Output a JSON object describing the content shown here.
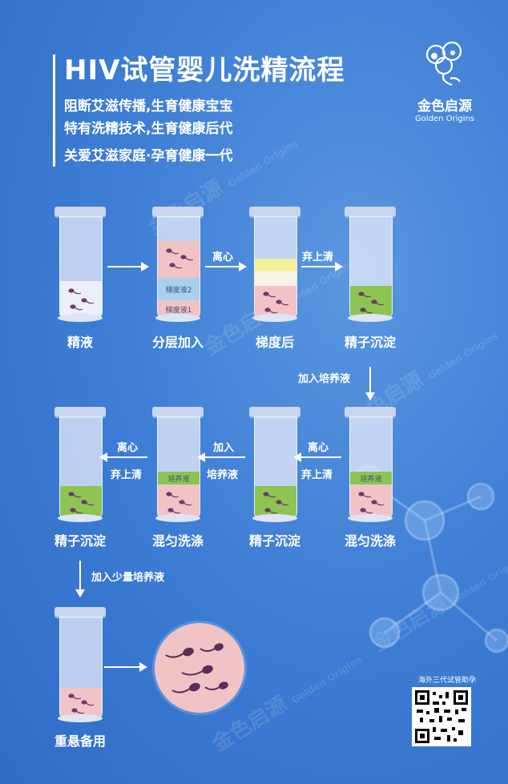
{
  "header": {
    "title": "HIV试管婴儿洗精流程",
    "subtitle1": "阻断艾滋传播,生育健康宝宝",
    "subtitle2": "特有洗精技术,生育健康后代",
    "subtitle3": "关爱艾滋家庭·孕育健康一代"
  },
  "logo": {
    "cn": "金色启源",
    "en": "Golden Origins"
  },
  "watermark": {
    "cn": "金色启源",
    "en": "Golden Origins"
  },
  "steps": {
    "s1": "精液",
    "s2": "分层加入",
    "s3": "梯度后",
    "s4": "精子沉淀",
    "s5": "混匀洗涤",
    "s6": "精子沉淀",
    "s7": "混匀洗涤",
    "s8": "精子沉淀",
    "s9": "重悬备用"
  },
  "tube_text": {
    "gradient2": "梯度液2",
    "gradient1": "梯度液1",
    "medium_a": "培养液",
    "medium_b": "培养液"
  },
  "arrows": {
    "centrifuge": "离心",
    "discard": "弃上清",
    "add_medium": "加入培养液",
    "centrifuge2": "离心",
    "discard2": "弃上清",
    "add": "加入",
    "medium": "培养液",
    "centrifuge3": "离心",
    "discard3": "弃上清",
    "add_small": "加入少量培养液"
  },
  "qr": {
    "caption": "海外三代试管助孕"
  },
  "colors": {
    "background": "#3f7fd6",
    "semen": "#eceff6",
    "pink": "#f2c3c5",
    "blue_layer": "#a9d0ee",
    "yellow": "#f4f09a",
    "green": "#8dc453",
    "sperm": "#6b3c66"
  }
}
